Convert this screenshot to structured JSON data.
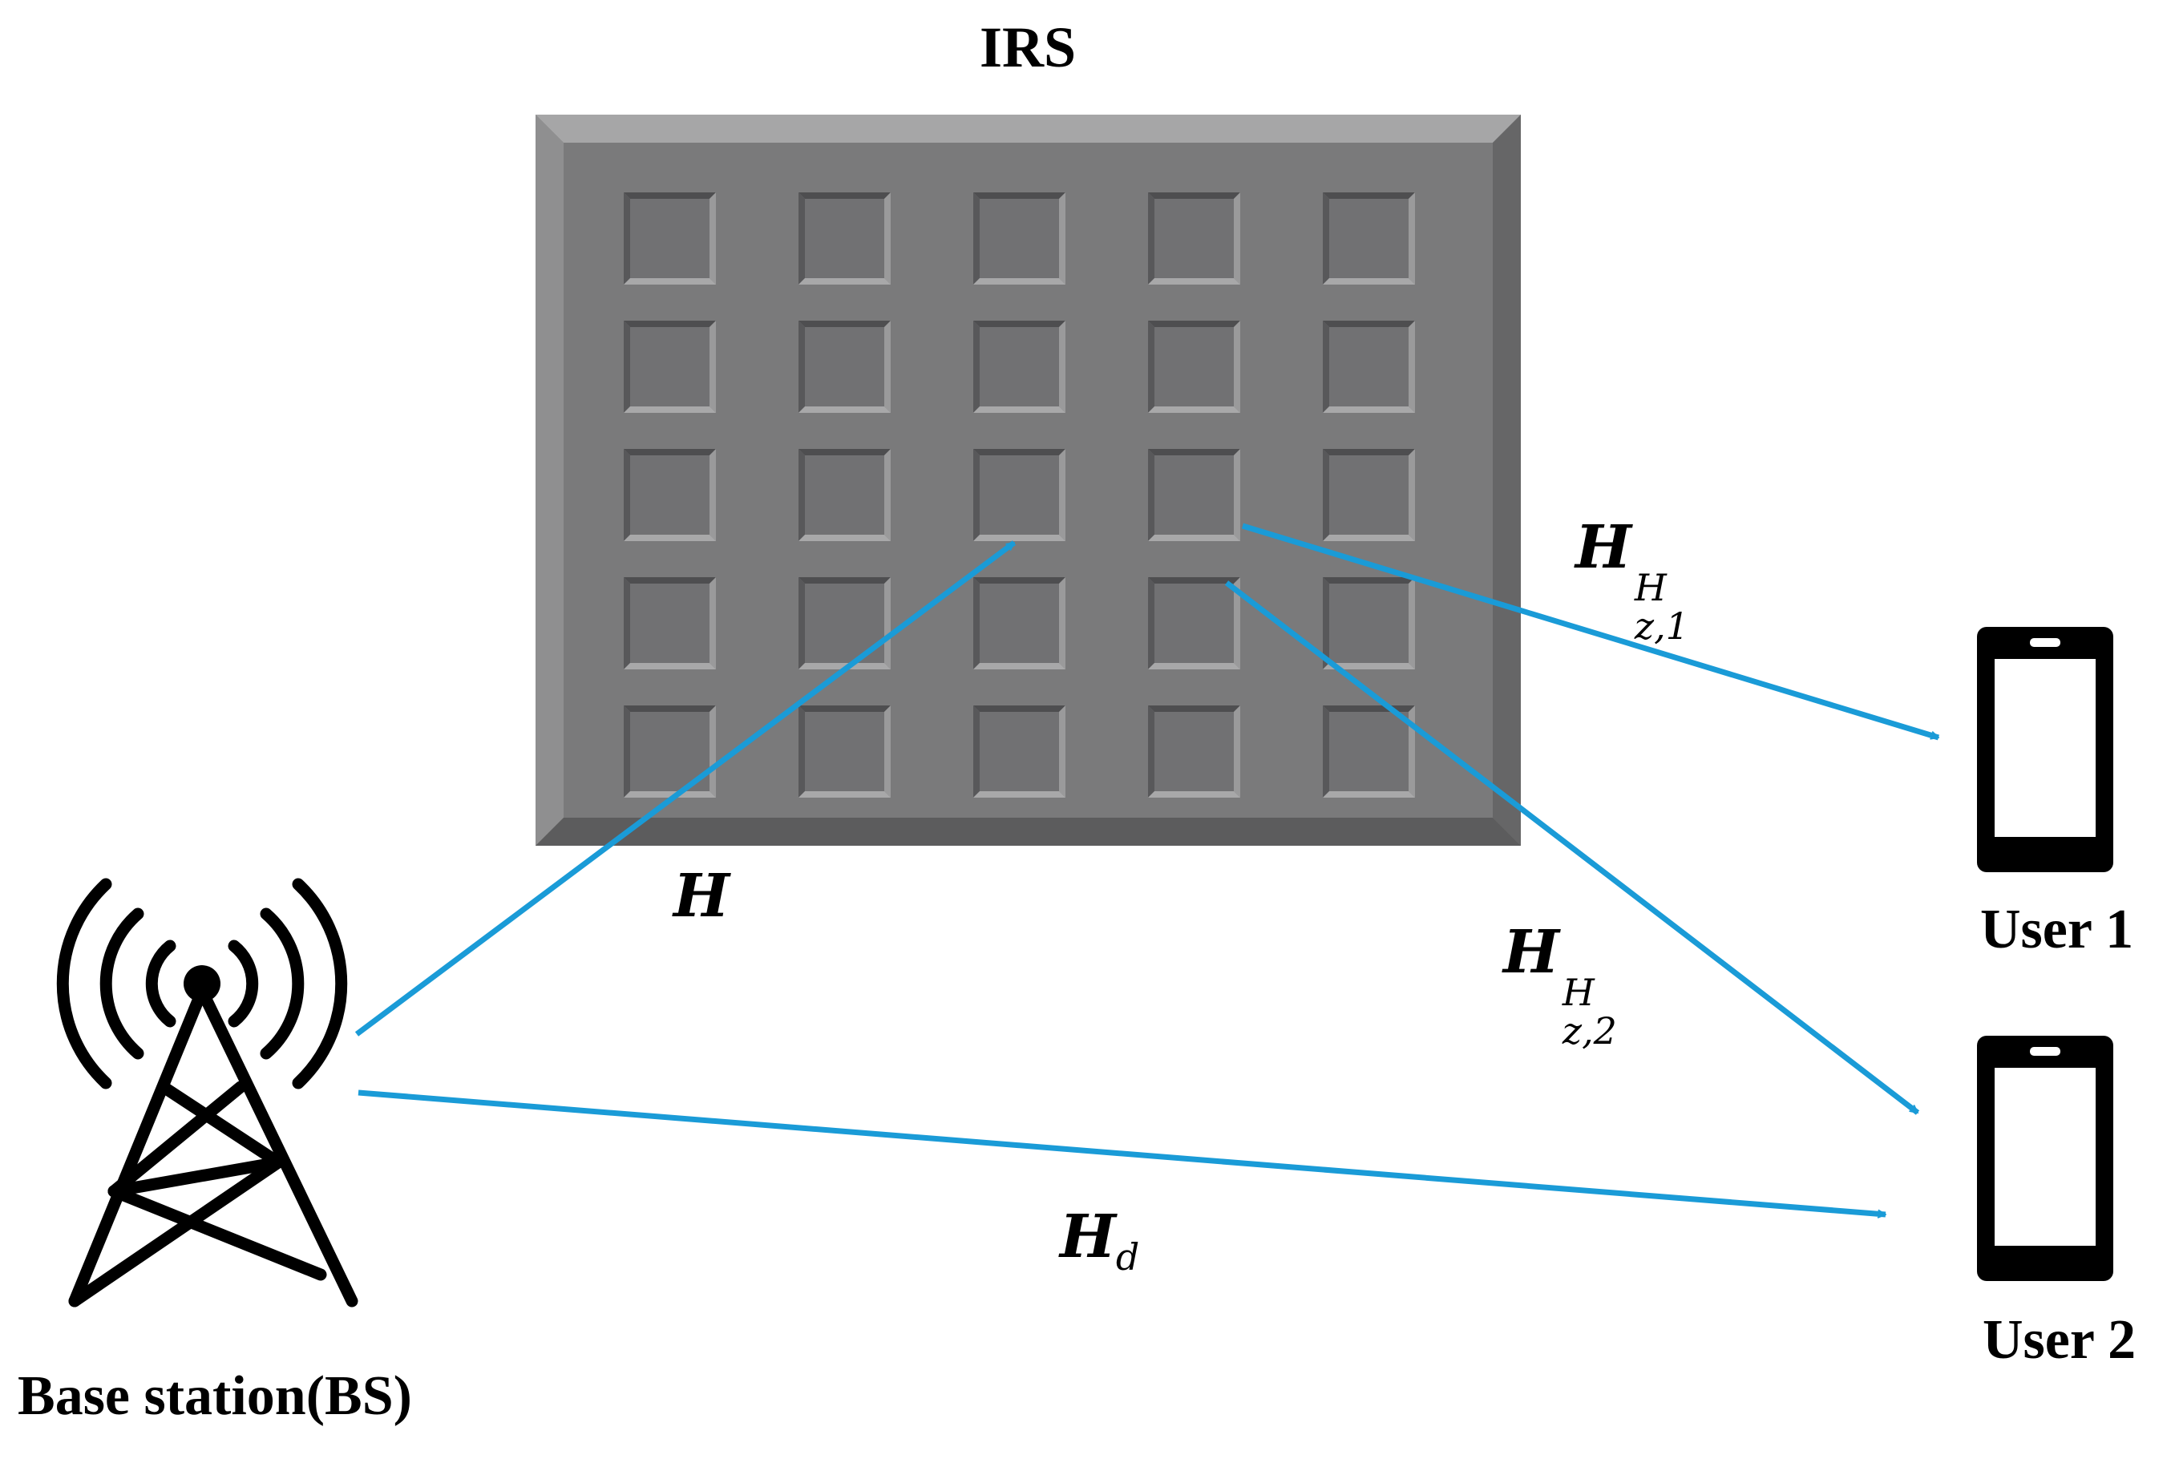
{
  "labels": {
    "irs": "IRS",
    "bs": "Base station(BS)",
    "user1": "User 1",
    "user2": "User 2"
  },
  "channels": {
    "h": "H",
    "h_main": "H",
    "h_sub": "d",
    "hz1_main": "H",
    "hz1_sup": "H",
    "hz1_sub": "z,1",
    "hz2_main": "H",
    "hz2_sup": "H",
    "hz2_sub": "z,2"
  },
  "colors": {
    "arrow": "#1a9bd7",
    "panel": "#7a7a7b",
    "element": "#717173",
    "ink": "#000000"
  },
  "irs_grid": {
    "rows": 5,
    "cols": 5
  }
}
